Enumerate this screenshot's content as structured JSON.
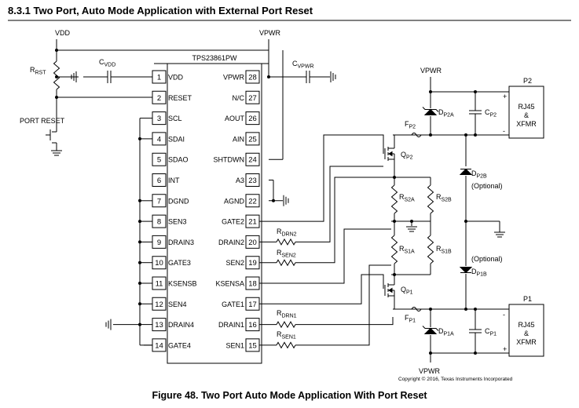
{
  "heading": "8.3.1   Two Port, Auto Mode Application with External Port Reset",
  "caption": "Figure 48.  Two Port Auto Mode Application With Port Reset",
  "copyright": "Copyright © 2016, Texas Instruments Incorporated",
  "chip": {
    "name": "TPS23861PW",
    "left_pins": [
      {
        "num": "1",
        "name": "VDD"
      },
      {
        "num": "2",
        "name": "RESET"
      },
      {
        "num": "3",
        "name": "SCL"
      },
      {
        "num": "4",
        "name": "SDAI"
      },
      {
        "num": "5",
        "name": "SDAO"
      },
      {
        "num": "6",
        "name": "INT"
      },
      {
        "num": "7",
        "name": "DGND"
      },
      {
        "num": "8",
        "name": "SEN3"
      },
      {
        "num": "9",
        "name": "DRAIN3"
      },
      {
        "num": "10",
        "name": "GATE3"
      },
      {
        "num": "11",
        "name": "KSENSB"
      },
      {
        "num": "12",
        "name": "SEN4"
      },
      {
        "num": "13",
        "name": "DRAIN4"
      },
      {
        "num": "14",
        "name": "GATE4"
      }
    ],
    "right_pins": [
      {
        "num": "28",
        "name": "VPWR"
      },
      {
        "num": "27",
        "name": "N/C"
      },
      {
        "num": "26",
        "name": "AOUT"
      },
      {
        "num": "25",
        "name": "AIN"
      },
      {
        "num": "24",
        "name": "SHTDWN"
      },
      {
        "num": "23",
        "name": "A3"
      },
      {
        "num": "22",
        "name": "AGND"
      },
      {
        "num": "21",
        "name": "GATE2"
      },
      {
        "num": "20",
        "name": "DRAIN2"
      },
      {
        "num": "19",
        "name": "SEN2"
      },
      {
        "num": "18",
        "name": "KSENSA"
      },
      {
        "num": "17",
        "name": "GATE1"
      },
      {
        "num": "16",
        "name": "DRAIN1"
      },
      {
        "num": "15",
        "name": "SEN1"
      }
    ]
  },
  "labels": {
    "vdd": "VDD",
    "vpwr_top": "VPWR",
    "vpwr_p2": "VPWR",
    "vpwr_bottom": "VPWR",
    "port_reset": "PORT RESET",
    "r_rst_main": "R",
    "r_rst_sub": "RST",
    "c_vdd_main": "C",
    "c_vdd_sub": "VDD",
    "c_vpwr_main": "C",
    "c_vpwr_sub": "VPWR",
    "r_drn2_main": "R",
    "r_drn2_sub": "DRN2",
    "r_sen2_main": "R",
    "r_sen2_sub": "SEN2",
    "r_drn1_main": "R",
    "r_drn1_sub": "DRN1",
    "r_sen1_main": "R",
    "r_sen1_sub": "SEN1",
    "q_p2_main": "Q",
    "q_p2_sub": "P2",
    "q_p1_main": "Q",
    "q_p1_sub": "P1",
    "r_s2a_main": "R",
    "r_s2a_sub": "S2A",
    "r_s2b_main": "R",
    "r_s2b_sub": "S2B",
    "r_s1a_main": "R",
    "r_s1a_sub": "S1A",
    "r_s1b_main": "R",
    "r_s1b_sub": "S1B",
    "d_p2a_main": "D",
    "d_p2a_sub": "P2A",
    "d_p2b_main": "D",
    "d_p2b_sub": "P2B",
    "d_p1a_main": "D",
    "d_p1a_sub": "P1A",
    "d_p1b_main": "D",
    "d_p1b_sub": "P1B",
    "optional_top": "(Optional)",
    "optional_bottom": "(Optional)",
    "f_p2_main": "F",
    "f_p2_sub": "P2",
    "f_p1_main": "F",
    "f_p1_sub": "P1",
    "c_p2_main": "C",
    "c_p2_sub": "P2",
    "c_p1_main": "C",
    "c_p1_sub": "P1",
    "port_p2": "P2",
    "port_p1": "P1",
    "rj45_line1": "RJ45",
    "rj45_line2": "&",
    "rj45_line3": "XFMR",
    "plus": "+",
    "minus": "-"
  }
}
